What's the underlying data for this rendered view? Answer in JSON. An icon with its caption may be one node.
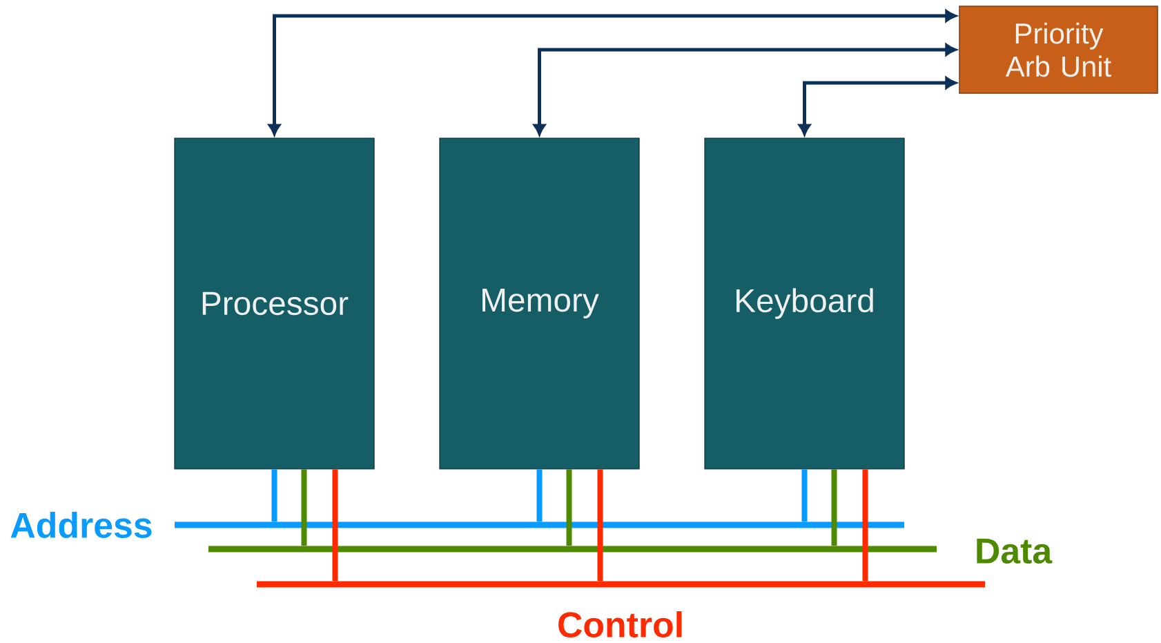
{
  "diagram": {
    "nodes": [
      {
        "text": [
          "Processor"
        ]
      },
      {
        "text": [
          "Memory"
        ]
      },
      {
        "text": [
          "Keyboard"
        ]
      },
      {
        "text": [
          "Priority Arb Unit"
        ]
      },
      {
        "text": [],
        "shape": "bar",
        "beside": [
          "Address"
        ]
      },
      {
        "text": [],
        "shape": "bar"
      },
      {
        "text": [],
        "shape": "bar",
        "beside": [
          "Control"
        ]
      }
    ],
    "edges": [
      {
        "from": 3,
        "to": 0,
        "arrow": "both",
        "color": "#0d3057"
      },
      {
        "from": 3,
        "to": 1,
        "arrow": "both",
        "color": "#0d3057"
      },
      {
        "from": 3,
        "to": 2,
        "arrow": "both",
        "color": "#0d3057"
      },
      {
        "from": 0,
        "to": 4,
        "arrow": "none",
        "color": "#0a9bff"
      },
      {
        "from": 0,
        "to": 5,
        "arrow": "none",
        "color": "#4e8a00"
      },
      {
        "from": 0,
        "to": 6,
        "arrow": "none",
        "color": "#ff2a00"
      },
      {
        "from": 1,
        "to": 4,
        "arrow": "none",
        "color": "#0a9bff"
      },
      {
        "from": 1,
        "to": 5,
        "arrow": "none",
        "color": "#4e8a00"
      },
      {
        "from": 1,
        "to": 6,
        "arrow": "none",
        "color": "#ff2a00"
      },
      {
        "from": 2,
        "to": 4,
        "arrow": "none",
        "color": "#0a9bff"
      },
      {
        "from": 2,
        "to": 5,
        "arrow": "none",
        "color": "#4e8a00"
      },
      {
        "from": 2,
        "to": 6,
        "arrow": "none",
        "color": "#ff2a00"
      }
    ],
    "labels": [
      "Data"
    ]
  }
}
